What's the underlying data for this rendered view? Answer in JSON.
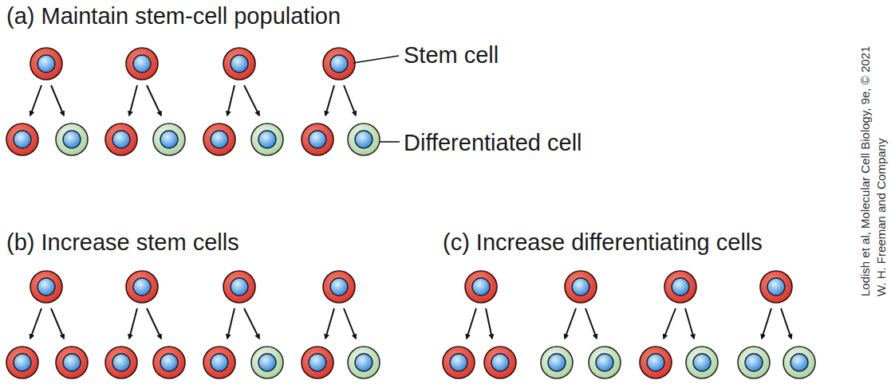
{
  "diagram": {
    "labels": [
      "(a) Maintain stem-cell population",
      "Stem cell",
      "Differentiated cell",
      "(b) Increase stem cells",
      "(c) Increase differentiating cells",
      "Lodish et al, Molecular Cell Biology, 9e, © 2021",
      "W. H. Freeman and Company"
    ]
  }
}
